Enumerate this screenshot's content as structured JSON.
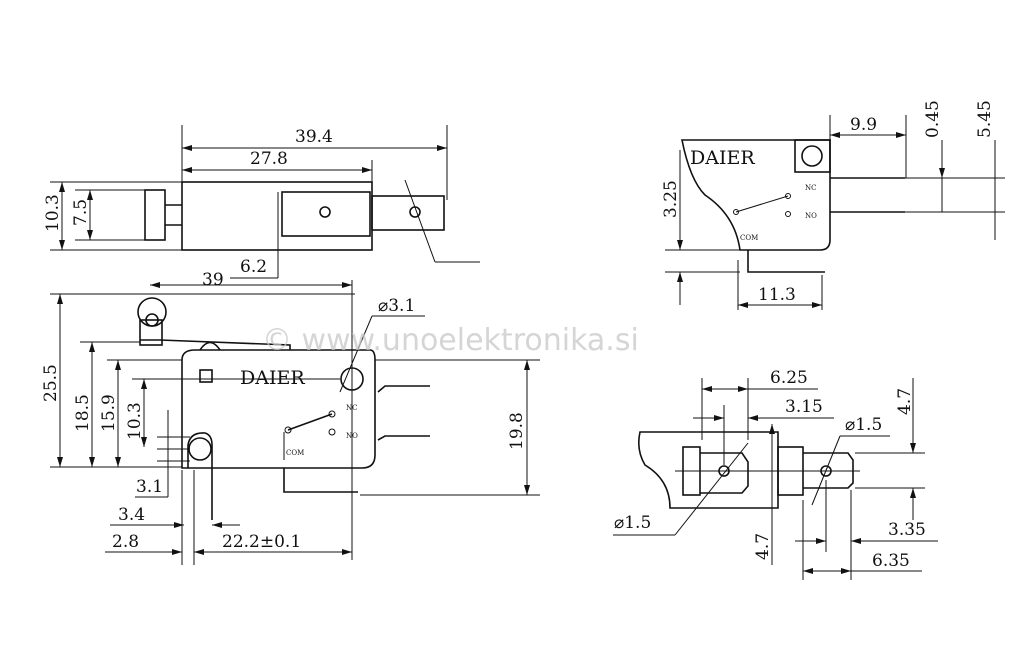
{
  "watermark": "© www.unoelektronika.si",
  "brand": "DAIER",
  "terminals": {
    "nc": "NC",
    "no": "NO",
    "com": "COM"
  },
  "top_view": {
    "d1": "39.4",
    "d2": "27.8",
    "d3": "10.3",
    "d4": "7.5",
    "d5": "6.2"
  },
  "side_view": {
    "d1": "39",
    "d2": "25.5",
    "d3": "18.5",
    "d4": "15.9",
    "d5": "10.3",
    "d6": "3.1",
    "d7": "3.4",
    "d8": "2.8",
    "d9": "22.2±0.1",
    "d10": "19.8",
    "hole": "⌀3.1"
  },
  "right_view": {
    "d1": "9.9",
    "d2": "0.45",
    "d3": "5.45",
    "d4": "3.25",
    "d5": "11.3"
  },
  "terminal_view": {
    "d1": "6.25",
    "d2": "3.15",
    "d3": "⌀1.5",
    "d4": "4.7",
    "d5": "⌀1.5",
    "d6": "4.7",
    "d7": "3.35",
    "d8": "6.35"
  }
}
